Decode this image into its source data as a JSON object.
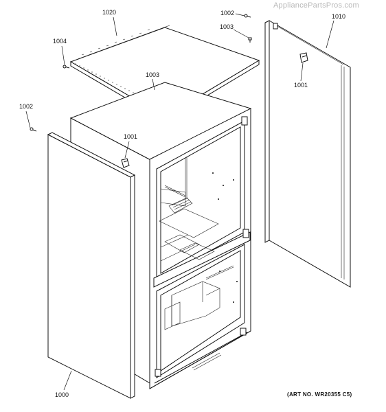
{
  "watermark": "AppliancePartsPros.com",
  "art_no": "(ART NO. WR20355 C5)",
  "callouts": {
    "c1020": "1020",
    "c1004": "1004",
    "c1003_top": "1003",
    "c1002_top": "1002",
    "c1003_right": "1003",
    "c1010": "1010",
    "c1001_right": "1001",
    "c1002_left": "1002",
    "c1001_left": "1001",
    "c1000": "1000"
  }
}
